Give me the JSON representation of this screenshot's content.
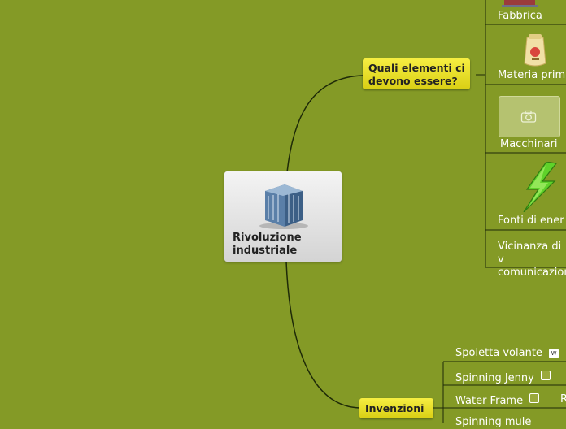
{
  "central": {
    "label": "Rivoluzione industriale"
  },
  "topics": {
    "elements": {
      "label": "Quali elementi ci devono essere?",
      "children": [
        "Fabbrica",
        "Materia prim",
        "Macchinari",
        "Fonti di ener",
        "Vicinanza di v comunicazion"
      ]
    },
    "inventions": {
      "label": "Invenzioni",
      "children": [
        "Spoletta volante",
        "Spinning Jenny",
        "Water Frame",
        "Spinning mule"
      ],
      "aside_letter": "R"
    }
  },
  "colors": {
    "background": "#849a26",
    "topic": "#e8df1e",
    "lines": "#1e2a08"
  }
}
